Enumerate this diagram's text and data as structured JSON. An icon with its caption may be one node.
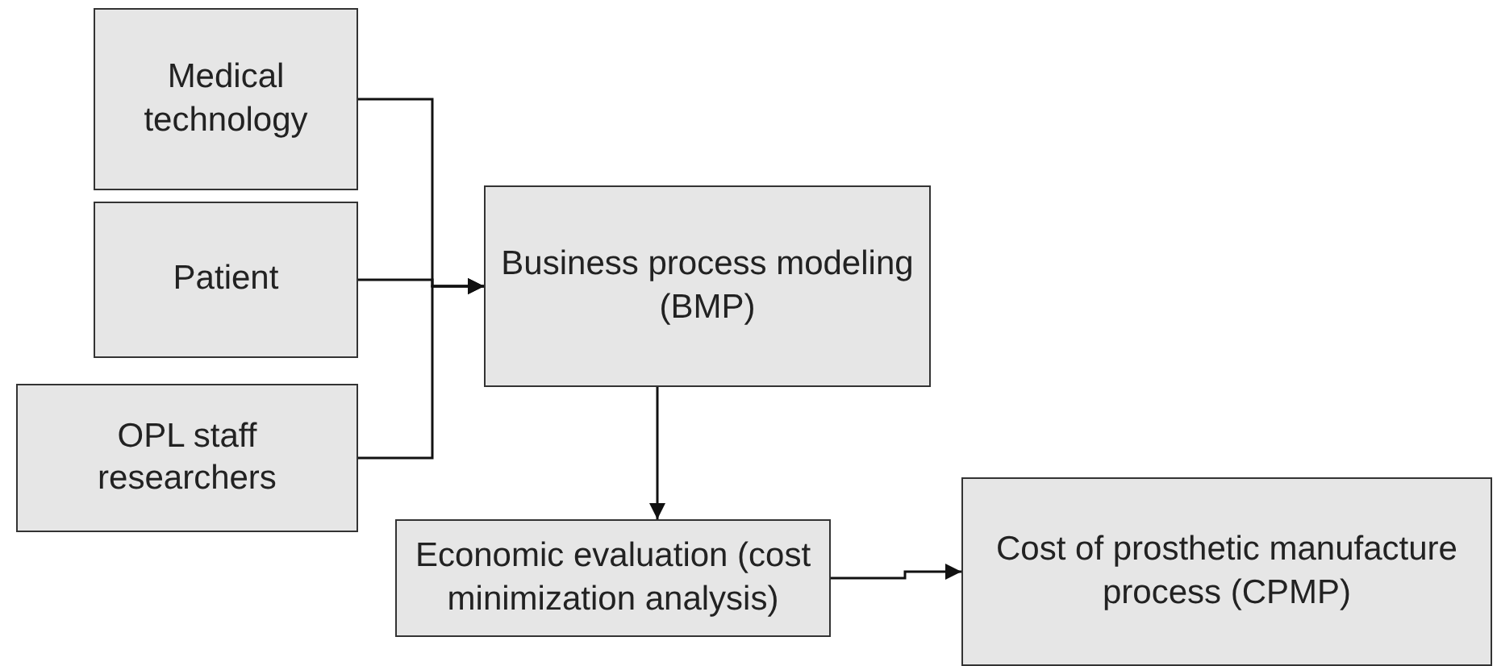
{
  "diagram": {
    "nodes": [
      {
        "text": [
          "Medical technology"
        ]
      },
      {
        "text": [
          "Patient"
        ]
      },
      {
        "text": [
          "OPL staff researchers"
        ]
      },
      {
        "text": [
          "Business process modeling (BMP)"
        ]
      },
      {
        "text": [
          "Economic evaluation (cost minimization analysis)"
        ]
      },
      {
        "text": [
          "Cost of prosthetic manufacture process (CPMP)"
        ]
      }
    ],
    "edges": [
      {
        "from": 0,
        "to": 3,
        "arrow": "to"
      },
      {
        "from": 1,
        "to": 3,
        "arrow": "to"
      },
      {
        "from": 2,
        "to": 3,
        "arrow": "to"
      },
      {
        "from": 3,
        "to": 4,
        "arrow": "to"
      },
      {
        "from": 4,
        "to": 5,
        "arrow": "to"
      }
    ]
  }
}
